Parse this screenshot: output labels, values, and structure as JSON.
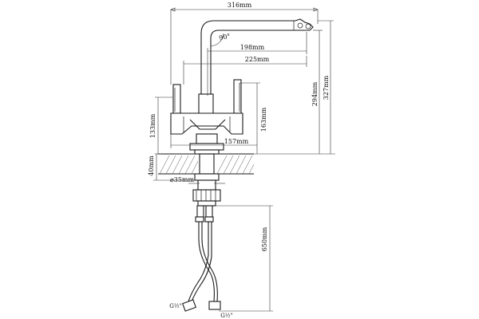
{
  "dimensions": {
    "overall_reach": "316mm",
    "spout_angle": "90°",
    "spout_reach_inner": "198mm",
    "spout_reach_outer": "225mm",
    "spout_height": "294mm",
    "total_height": "327mm",
    "body_height_left": "133mm",
    "body_height_right": "163mm",
    "body_width": "157mm",
    "mount_thickness": "40mm",
    "hole_diameter": "⌀35mm",
    "hose_length": "650mm",
    "fitting_left": "G½\"",
    "fitting_right": "G½\""
  },
  "colors": {
    "line": "#1a1a1a",
    "background": "#ffffff"
  }
}
